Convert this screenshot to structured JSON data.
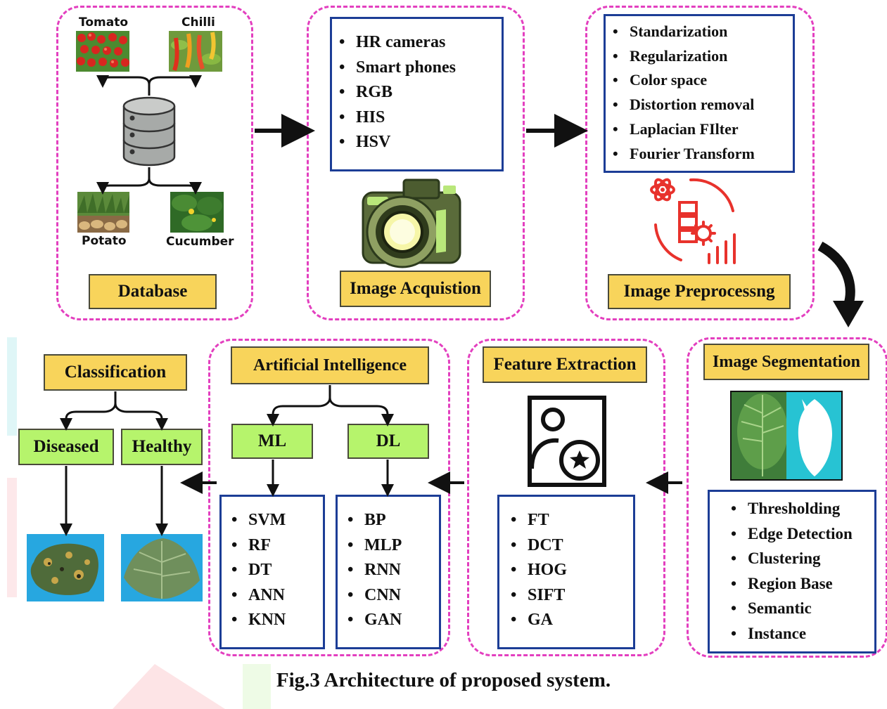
{
  "database": {
    "title": "Database",
    "crops": [
      "Tomato",
      "Chilli",
      "Potato",
      "Cucumber"
    ]
  },
  "acquisition": {
    "title": "Image Acquistion",
    "items": [
      "HR cameras",
      "Smart phones",
      "RGB",
      "HIS",
      "HSV"
    ]
  },
  "preprocessing": {
    "title": "Image Preprocessng",
    "items": [
      "Standarization",
      "Regularization",
      "Color space",
      "Distortion removal",
      "Laplacian FIlter",
      "Fourier Transform"
    ]
  },
  "segmentation": {
    "title": "Image Segmentation",
    "items": [
      "Thresholding",
      "Edge Detection",
      "Clustering",
      "Region Base",
      "Semantic",
      "Instance"
    ]
  },
  "feature_extraction": {
    "title": "Feature Extraction",
    "items": [
      "FT",
      "DCT",
      "HOG",
      "SIFT",
      "GA"
    ]
  },
  "ai": {
    "title": "Artificial Intelligence",
    "ml": {
      "label": "ML",
      "items": [
        "SVM",
        "RF",
        "DT",
        "ANN",
        "KNN"
      ]
    },
    "dl": {
      "label": "DL",
      "items": [
        "BP",
        "MLP",
        "RNN",
        "CNN",
        "GAN"
      ]
    }
  },
  "classification": {
    "title": "Classification",
    "diseased": "Diseased",
    "healthy": "Healthy"
  },
  "caption": "Fig.3 Architecture of proposed system.",
  "colors": {
    "stage_border": "#e33fbf",
    "list_border": "#1c3d96",
    "title_fill": "#f8d45b",
    "leaf_label_fill": "#b6f46c",
    "icon_red": "#e8322c"
  }
}
